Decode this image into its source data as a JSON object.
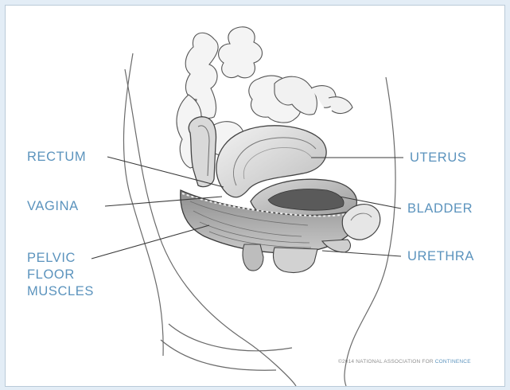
{
  "diagram": {
    "labels": {
      "rectum": "RECTUM",
      "vagina": "VAGINA",
      "pelvic_floor_muscles": "PELVIC\nFLOOR\nMUSCLES",
      "uterus": "UTERUS",
      "bladder": "BLADDER",
      "urethra": "URETHRA"
    },
    "credit": {
      "prefix": "©2014 NATIONAL ASSOCIATION FOR ",
      "accent": "CONTINENCE"
    },
    "colors": {
      "label": "#5b93bd",
      "leader_line": "#3a3a3a",
      "background": "#e3edf6",
      "sketch": "#555555"
    }
  }
}
